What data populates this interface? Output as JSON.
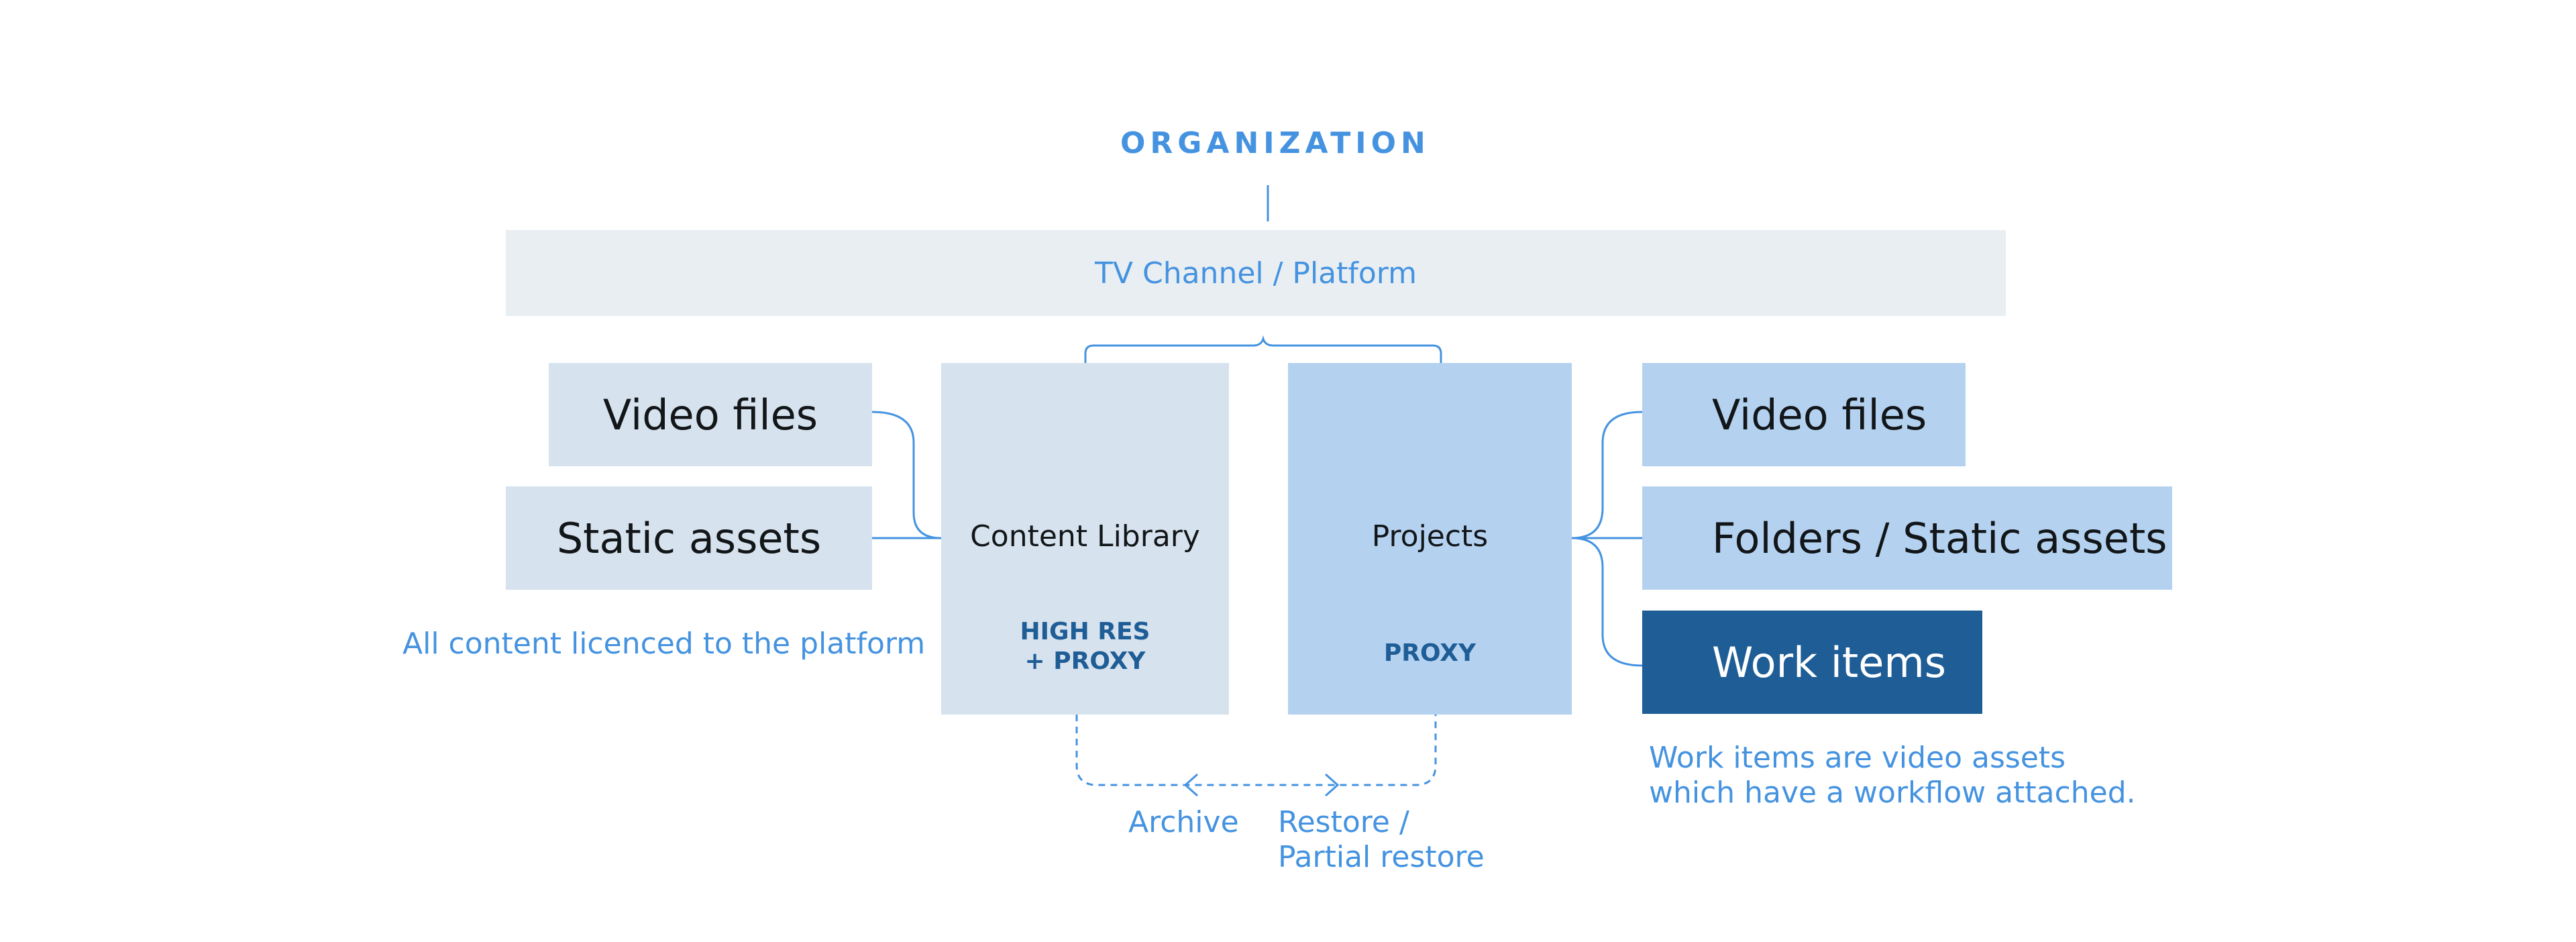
{
  "organization": {
    "title": "ORGANIZATION"
  },
  "platform": {
    "label": "TV Channel / Platform"
  },
  "content_library": {
    "label": "Content Library",
    "tag_line1": "HIGH RES",
    "tag_line2": "+ PROXY",
    "assets": [
      "Video files",
      "Static assets"
    ],
    "note": "All content licenced to the platform"
  },
  "projects": {
    "label": "Projects",
    "tag": "PROXY",
    "assets": [
      "Video files",
      "Folders / Static assets",
      "Work items"
    ],
    "note_line1": "Work items are video assets",
    "note_line2": "which have a workflow attached."
  },
  "transfer": {
    "archive_label": "Archive",
    "restore_line1": "Restore /",
    "restore_line2": "Partial restore"
  },
  "colors": {
    "accent": "#4593e0",
    "light_box": "#d6e2ed",
    "blue_box": "#b4d2f0",
    "dark_box": "#1f5d96",
    "platform_bar": "#e9eef2"
  }
}
